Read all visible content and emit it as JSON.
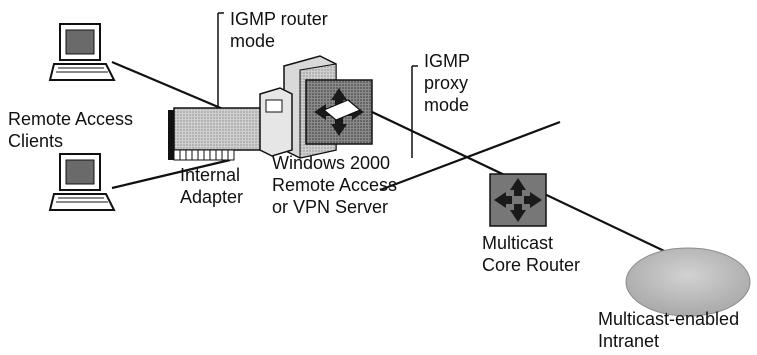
{
  "labels": {
    "igmp_router_mode": [
      "IGMP router",
      "mode"
    ],
    "igmp_proxy_mode": [
      "IGMP",
      "proxy",
      "mode"
    ],
    "remote_access_clients": [
      "Remote Access",
      "Clients"
    ],
    "internal_adapter": [
      "Internal",
      "Adapter"
    ],
    "vpn_server": [
      "Windows 2000",
      "Remote Access",
      "or VPN Server"
    ],
    "multicast_core_router": [
      "Multicast",
      "Core Router"
    ],
    "multicast_intranet": [
      "Multicast-enabled",
      "Intranet"
    ]
  },
  "colors": {
    "line": "#111111",
    "laptop_screen": "#6a6a6a",
    "server_body": "#d9d9d9",
    "router_body": "#777777",
    "router_arrows": "#1a1a1a",
    "adapter_card": "#d4d4d4",
    "intranet_fill": "#bdbdbd"
  },
  "icons": [
    "laptop-icon",
    "network-adapter-icon",
    "server-icon",
    "router-icon",
    "cloud-icon"
  ]
}
